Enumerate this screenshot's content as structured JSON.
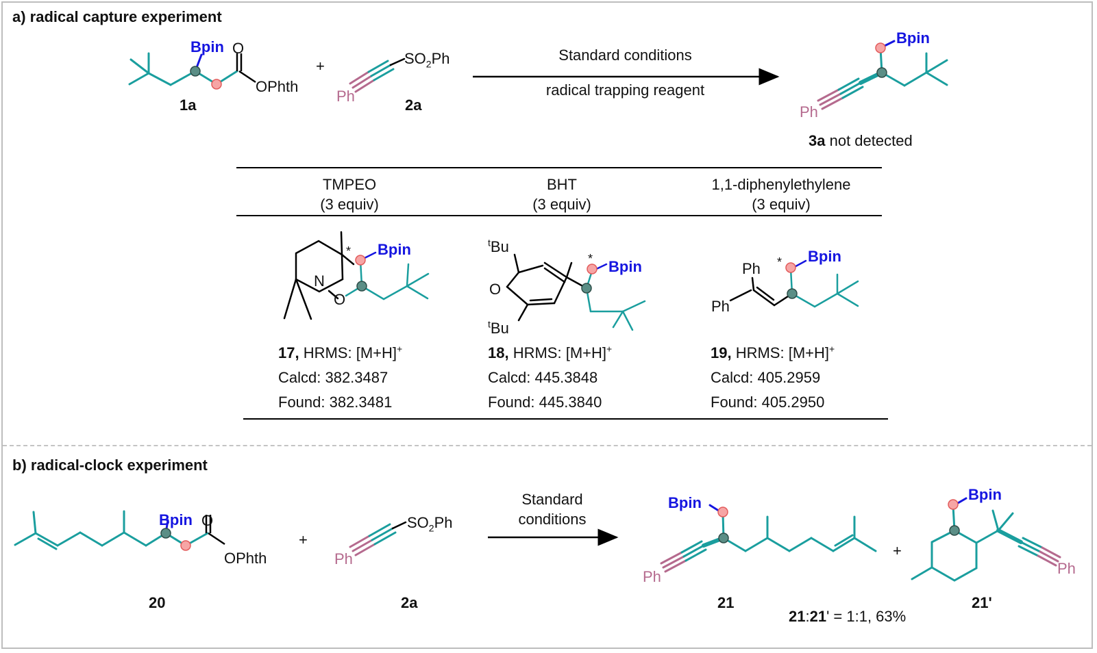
{
  "section_a": {
    "title": "a) radical capture experiment",
    "reactant_1": {
      "label": "1a",
      "bpin": "Bpin",
      "carbonyl_o": "O",
      "leaving_group": "OPhth"
    },
    "plus": "+",
    "reactant_2": {
      "label": "2a",
      "sulfonyl": "SO",
      "sulfonyl_sub": "2",
      "sulfonyl_tail": "Ph",
      "ph": "Ph"
    },
    "arrow_top": "Standard conditions",
    "arrow_bottom": "radical trapping reagent",
    "product": {
      "label": "3a",
      "note": " not detected",
      "bpin": "Bpin",
      "ph": "Ph"
    },
    "table": {
      "headers": [
        {
          "name": "TMPEO",
          "equiv": "(3 equiv)"
        },
        {
          "name": "BHT",
          "equiv": "(3 equiv)"
        },
        {
          "name": "1,1-diphenylethylene",
          "equiv": "(3 equiv)"
        }
      ],
      "rows": [
        {
          "compound": "17,",
          "hrms": " HRMS: [M+H]",
          "sup": "+",
          "calcd": "Calcd: 382.3487",
          "found": "Found: 382.3481"
        },
        {
          "compound": "18,",
          "hrms": " HRMS: [M+H]",
          "sup": "+",
          "calcd": "Calcd: 445.3848",
          "found": "Found: 445.3840"
        },
        {
          "compound": "19,",
          "hrms": " HRMS: [M+H]",
          "sup": "+",
          "calcd": "Calcd: 405.2959",
          "found": "Found: 405.2950"
        }
      ]
    },
    "adducts": {
      "tmpeo": {
        "n": "N",
        "o": "O",
        "star": "*",
        "bpin": "Bpin"
      },
      "bht": {
        "o": "O",
        "tbu_sup": "t",
        "tbu": "Bu",
        "star": "*",
        "bpin": "Bpin"
      },
      "dpe": {
        "ph_top": "Ph",
        "ph_left": "Ph",
        "star": "*",
        "bpin": "Bpin"
      }
    }
  },
  "section_b": {
    "title": "b) radical-clock experiment",
    "reactant_1": {
      "label": "20",
      "bpin": "Bpin",
      "carbonyl_o": "O",
      "leaving_group": "OPhth"
    },
    "plus": "+",
    "reactant_2": {
      "label": "2a",
      "sulfonyl": "SO",
      "sulfonyl_sub": "2",
      "sulfonyl_tail": "Ph",
      "ph": "Ph"
    },
    "arrow_line1": "Standard",
    "arrow_line2": "conditions",
    "product_1": {
      "label": "21",
      "bpin": "Bpin",
      "ph": "Ph"
    },
    "plus_2": "+",
    "product_2": {
      "label": "21'",
      "bpin": "Bpin",
      "ph": "Ph"
    },
    "ratio": {
      "a": "21",
      "colon": ":",
      "b": "21",
      "rest": "' = 1:1, 63%"
    }
  },
  "colors": {
    "teal": "#1a9e9e",
    "pink_ph": "#b56a8e",
    "bpin_blue": "#1515e0",
    "radical_fill": "#f6a5a5",
    "center_fill": "#5b8e86"
  }
}
